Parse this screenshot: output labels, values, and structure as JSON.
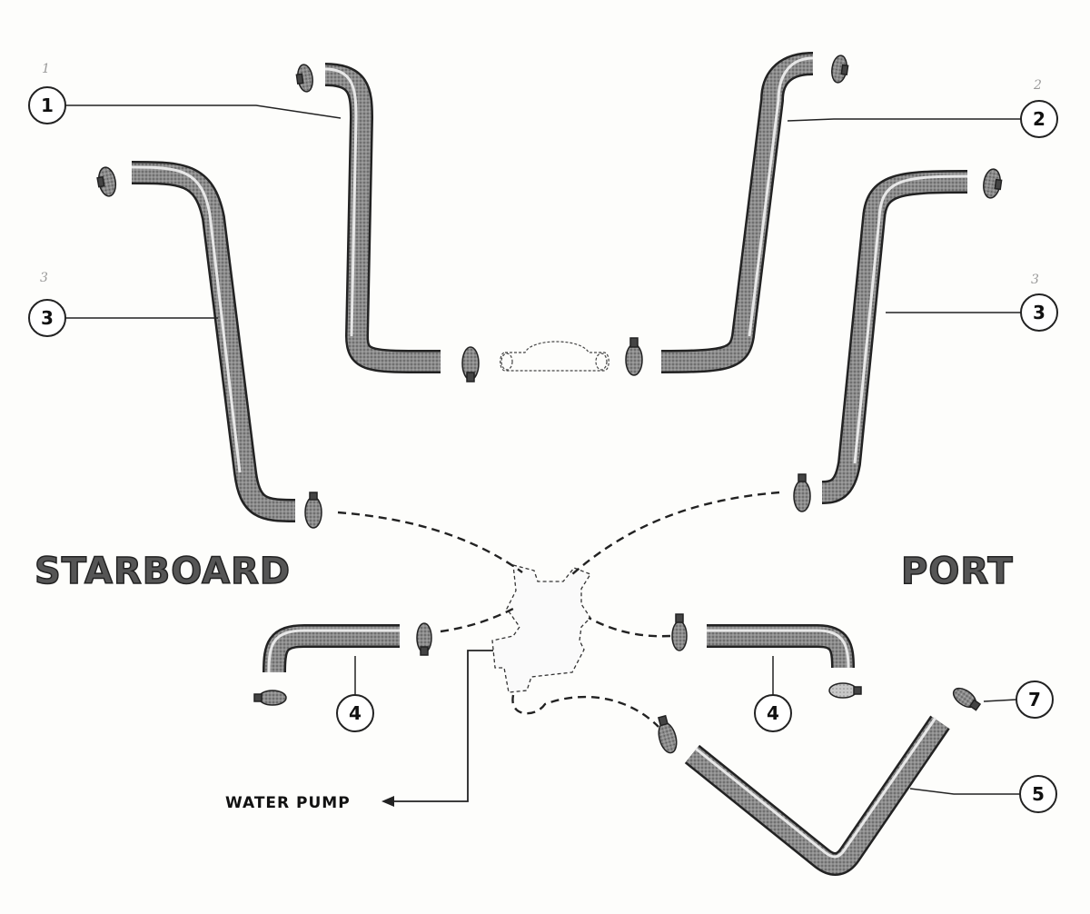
{
  "labels": {
    "starboard": "STARBOARD",
    "port": "PORT",
    "water_pump": "WATER PUMP"
  },
  "callouts": [
    "1",
    "2",
    "3",
    "3",
    "4",
    "4",
    "5",
    "7"
  ],
  "pencil_marks": [
    "1",
    "2",
    "3",
    "3"
  ]
}
